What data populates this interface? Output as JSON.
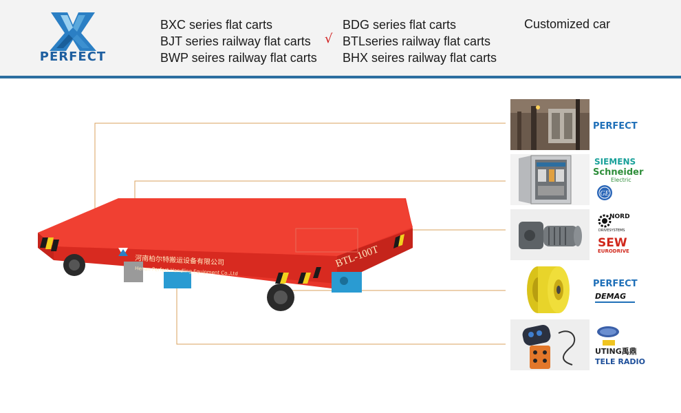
{
  "logo": {
    "text": "PERFECT",
    "icon": "perfect-x-logo"
  },
  "menu": {
    "col1": [
      "BXC series flat carts",
      "BJT series railway flat carts",
      "BWP seires railway flat carts"
    ],
    "col2": [
      "BDG series flat carts",
      "BTLseries railway flat carts",
      "BHX seires railway flat carts"
    ],
    "col3": [
      "Customized  car"
    ],
    "selected": "BTLseries railway flat carts",
    "check_mark": "√"
  },
  "cart": {
    "model": "BTL-100T",
    "company_cn": "河南柏尔特搬运设备有限公司",
    "company_en": "Henan Perfect Handling Equipment Co.,Ltd"
  },
  "components": [
    {
      "name": "workshop-steel-structure",
      "brands": [
        "PERFECT"
      ]
    },
    {
      "name": "electric-control-cabinet",
      "brands": [
        "SIEMENS",
        "Schneider",
        "Electric",
        "GE"
      ]
    },
    {
      "name": "gear-motor",
      "brands": [
        "NORD",
        "DRIVESYSTEMS",
        "SEW",
        "EURODRIVE"
      ]
    },
    {
      "name": "polyurethane-wheel",
      "brands": [
        "PERFECT",
        "DEMAG"
      ]
    },
    {
      "name": "remote-control",
      "brands": [
        "UTING禹鼎",
        "TELE RADIO"
      ]
    }
  ],
  "colors": {
    "accent": "#2c6ea0",
    "cart_red": "#e8352a",
    "leader_line": "#d9a15c",
    "brand_blue": "#1e6fb8",
    "check": "#d01818"
  }
}
